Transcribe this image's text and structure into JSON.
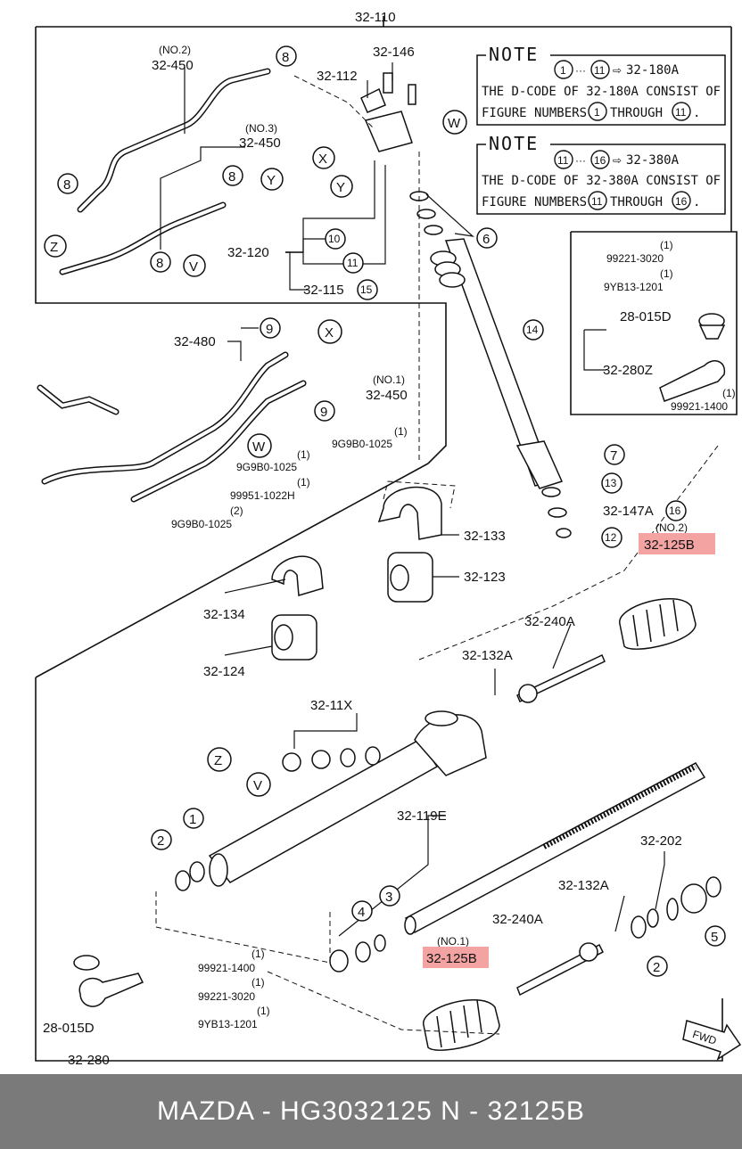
{
  "diagram": {
    "top_assembly_label": "32-110",
    "labels": {
      "no2": "(NO.2)",
      "l_32_450_a": "32-450",
      "no3": "(NO.3)",
      "l_32_450_b": "32-450",
      "l_32_146": "32-146",
      "l_32_112": "32-112",
      "l_32_120": "32-120",
      "l_32_115": "32-115",
      "l_32_480": "32-480",
      "no1": "(NO.1)",
      "l_32_450_c": "32-450",
      "q1a": "(1)",
      "l_9g9b0_a": "9G9B0-1025",
      "q1b": "(1)",
      "l_9g9b0_b": "9G9B0-1025",
      "q1c": "(1)",
      "l_99951": "99951-1022H",
      "q2a": "(2)",
      "l_9g9b0_c": "9G9B0-1025",
      "l_32_133": "32-133",
      "l_32_123": "32-123",
      "l_32_134": "32-134",
      "l_32_124": "32-124",
      "l_32_147a": "32-147A",
      "q1d": "(1)",
      "l_99221_a": "99221-3020",
      "q1e": "(1)",
      "l_9yb13_a": "9YB13-1201",
      "l_28_015d_a": "28-015D",
      "l_32_280z": "32-280Z",
      "q1f": "(1)",
      "l_99921_a": "99921-1400",
      "no2b": "(NO.2)",
      "hl_32_125b_a": "32-125B",
      "l_32_240a_a": "32-240A",
      "l_32_132a_a": "32-132A",
      "l_32_11x": "32-11X",
      "l_32_119e": "32-119E",
      "l_32_202": "32-202",
      "l_32_132a_b": "32-132A",
      "l_32_240a_b": "32-240A",
      "no1b": "(NO.1)",
      "hl_32_125b_b": "32-125B",
      "q1g": "(1)",
      "l_99921_b": "99921-1400",
      "q1h": "(1)",
      "l_99221_b": "99221-3020",
      "q1i": "(1)",
      "l_9yb13_b": "9YB13-1201",
      "l_28_015d_b": "28-015D",
      "l_32_280": "32-280",
      "fwd": "FWD"
    },
    "callouts": {
      "c8a": "8",
      "c8b": "8",
      "c8c": "8",
      "c8d": "8",
      "cZa": "Z",
      "cVa": "V",
      "cXa": "X",
      "cYa": "Y",
      "cYb": "Y",
      "cWa": "W",
      "c6": "6",
      "c10": "10",
      "c11": "11",
      "c15": "15",
      "c14": "14",
      "c9a": "9",
      "c9b": "9",
      "cXb": "X",
      "cWb": "W",
      "c7": "7",
      "c13": "13",
      "c16": "16",
      "c12": "12",
      "cZb": "Z",
      "cVb": "V",
      "c1": "1",
      "c2a": "2",
      "c3": "3",
      "c4": "4",
      "c5": "5",
      "c2b": "2"
    },
    "note1": {
      "title": "NOTE",
      "ref_from": "1",
      "ref_to": "11",
      "ref_target": "32-180A",
      "line1": "THE D-CODE OF 32-180A CONSIST OF",
      "line2_a": "FIGURE NUMBERS",
      "line2_from": "1",
      "line2_b": "THROUGH",
      "line2_to": "11"
    },
    "note2": {
      "title": "NOTE",
      "ref_from": "11",
      "ref_to": "16",
      "ref_target": "32-380A",
      "line1": "THE D-CODE OF 32-380A CONSIST OF",
      "line2_a": "FIGURE NUMBERS",
      "line2_from": "11",
      "line2_b": "THROUGH",
      "line2_to": "16"
    },
    "colors": {
      "highlight": "#f4a3a3",
      "ink": "#111111",
      "footer_bg": "#7a7a7a"
    }
  },
  "footer": {
    "text": "MAZDA - HG3032125     N - 32125B"
  }
}
